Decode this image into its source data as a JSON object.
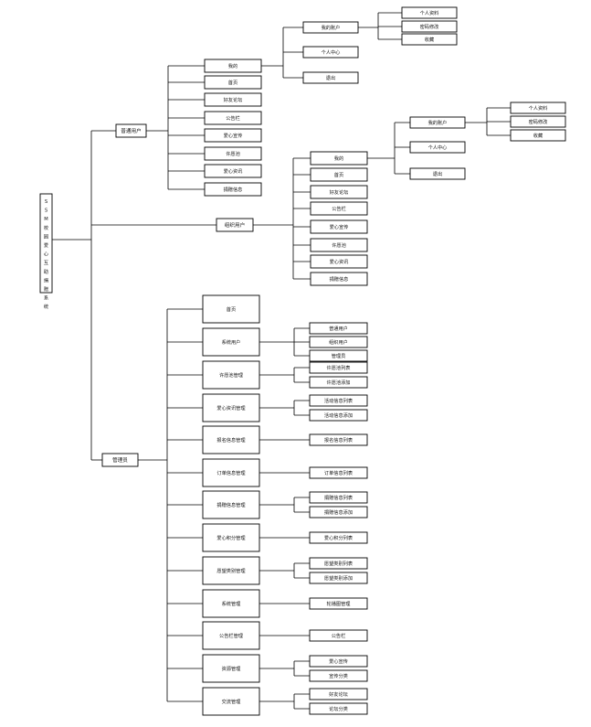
{
  "root": "SSM校园爱心互助捐赠系统",
  "roles": {
    "user": "普通用户",
    "org": "组织用户",
    "admin": "管理员"
  },
  "user_menu": [
    "我的",
    "首页",
    "好友论坛",
    "公告栏",
    "爱心宣传",
    "许愿池",
    "爱心资讯",
    "捐赠信息"
  ],
  "user_account": [
    "我的账户",
    "个人中心",
    "退出"
  ],
  "user_account_sub": [
    "个人资料",
    "密码修改",
    "收藏"
  ],
  "org_menu": [
    "我的",
    "首页",
    "好友论坛",
    "公告栏",
    "爱心宣传",
    "许愿池",
    "爱心资讯",
    "捐赠信息"
  ],
  "org_account": [
    "我的账户",
    "个人中心",
    "退出"
  ],
  "org_account_sub": [
    "个人资料",
    "密码修改",
    "收藏"
  ],
  "admin_menu": [
    "首页",
    "系统用户",
    "许愿池管理",
    "爱心资讯管理",
    "报名信息管理",
    "订单信息管理",
    "捐赠信息管理",
    "爱心积分管理",
    "愿望类别管理",
    "系统管理",
    "公告栏管理",
    "资源管理",
    "交流管理"
  ],
  "admin_sub": [
    [],
    [
      "普通用户",
      "组织用户",
      "管理员"
    ],
    [
      "许愿池列表",
      "许愿池添加"
    ],
    [
      "活动信息列表",
      "活动信息添加"
    ],
    [
      "报名信息列表"
    ],
    [
      "订单信息列表"
    ],
    [
      "捐赠信息列表",
      "捐赠信息添加"
    ],
    [
      "爱心积分列表"
    ],
    [
      "愿望类别列表",
      "愿望类别添加"
    ],
    [
      "轮播图管理"
    ],
    [
      "公告栏"
    ],
    [
      "爱心宣传",
      "宣传分类"
    ],
    [
      "好友论坛",
      "论坛分类"
    ]
  ]
}
